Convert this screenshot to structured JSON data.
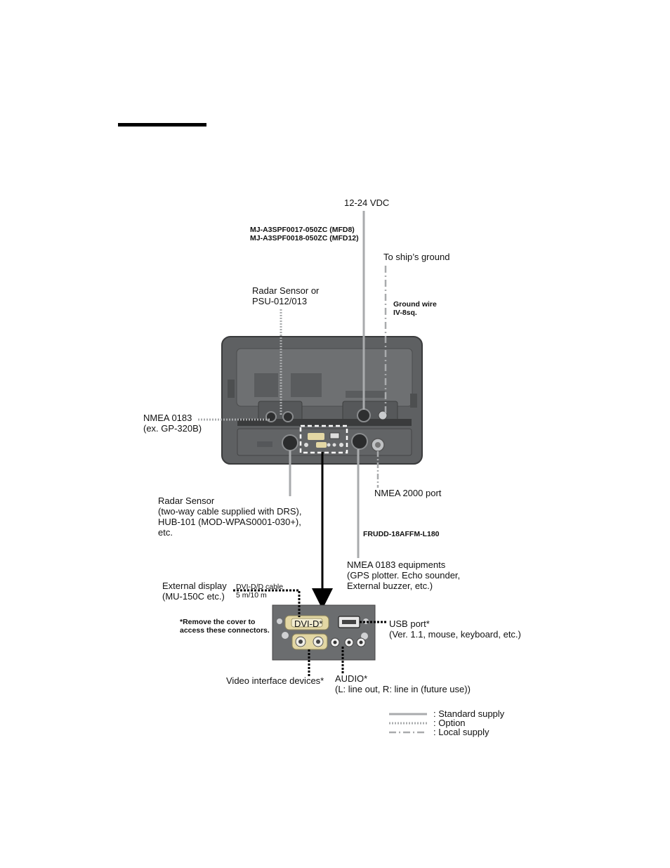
{
  "labels": {
    "vdc": "12-24 VDC",
    "cable_mfd8": "MJ-A3SPF0017-050ZC (MFD8)",
    "cable_mfd12": "MJ-A3SPF0018-050ZC (MFD12)",
    "ship_ground": "To ship’s ground",
    "ground_wire_1": "Ground wire",
    "ground_wire_2": "IV-8sq.",
    "radar_psu_1": "Radar Sensor or",
    "radar_psu_2": "PSU-012/013",
    "nmea0183_1": "NMEA 0183",
    "nmea0183_2": "(ex. GP-320B)",
    "radar_sensor_1": "Radar Sensor",
    "radar_sensor_2": "(two-way cable supplied with DRS),",
    "radar_sensor_3": "HUB-101 (MOD-WPAS0001-030+),",
    "radar_sensor_4": "etc.",
    "nmea2000": "NMEA 2000 port",
    "frudd": "FRUDD-18AFFM-L180",
    "nmea_equip_1": "NMEA 0183 equipments",
    "nmea_equip_2": "(GPS plotter. Echo sounder,",
    "nmea_equip_3": "External buzzer, etc.)",
    "ext_display_1": "External display",
    "ext_display_2": "(MU-150C etc.)",
    "dvi_cable_1": "DVI-D/D cable",
    "dvi_cable_2": "5 m/10 m",
    "remove_cover_1": "*Remove the cover to",
    "remove_cover_2": "access  these connectors.",
    "dvi_d": "DVI-D*",
    "usb_port_1": "USB port*",
    "usb_port_2": "(Ver. 1.1, mouse, keyboard, etc.)",
    "video": "Video interface devices*",
    "audio_1": "AUDIO*",
    "audio_2": "(L: line out, R: line in (future use))"
  },
  "legend": [
    {
      "label": ": Standard supply",
      "style": "solid"
    },
    {
      "label": ": Option",
      "style": "dotted"
    },
    {
      "label": ": Local supply",
      "style": "dashdot"
    }
  ],
  "colors": {
    "unit_body": "#5e6062",
    "unit_inner": "#707274",
    "panel": "#6b6d6f",
    "cable_line": "#a9abad",
    "dvi_connector": "#e3d7a4"
  }
}
